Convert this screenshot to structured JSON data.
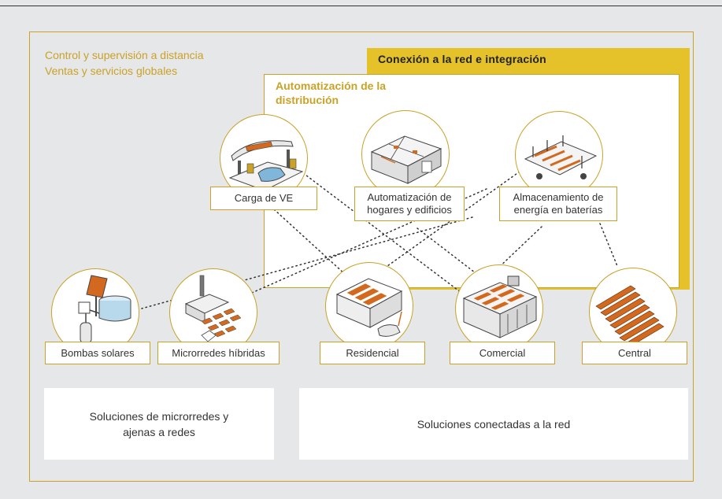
{
  "remote": {
    "line1": "Control y supervisión a distancia",
    "line2": "Ventas y servicios globales"
  },
  "grid_integration": {
    "title": "Conexión a la red e integración"
  },
  "distribution": {
    "title": "Automatización de la distribución"
  },
  "nodes": {
    "ev": "Carga de VE",
    "home": "Automatización de hogares y edificios",
    "battery": "Almacenamiento de energía en baterías",
    "pumps": "Bombas solares",
    "microgrid": "Microrredes híbridas",
    "residential": "Residencial",
    "commercial": "Comercial",
    "central": "Central"
  },
  "panels": {
    "offgrid": "Soluciones de microrredes y ajenas a redes",
    "ongrid": "Soluciones conectadas a la red"
  },
  "colors": {
    "gold": "#c9a227",
    "yellow": "#e5c12a",
    "solar": "#d2691e"
  }
}
